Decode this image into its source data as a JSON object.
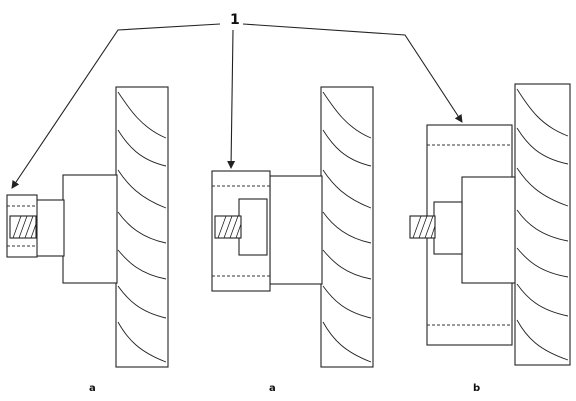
{
  "callout": {
    "number": "1"
  },
  "panels": [
    {
      "id": "left",
      "label": "a"
    },
    {
      "id": "middle",
      "label": "a"
    },
    {
      "id": "right",
      "label": "b"
    }
  ],
  "colors": {
    "line": "#222222",
    "background": "#ffffff"
  }
}
